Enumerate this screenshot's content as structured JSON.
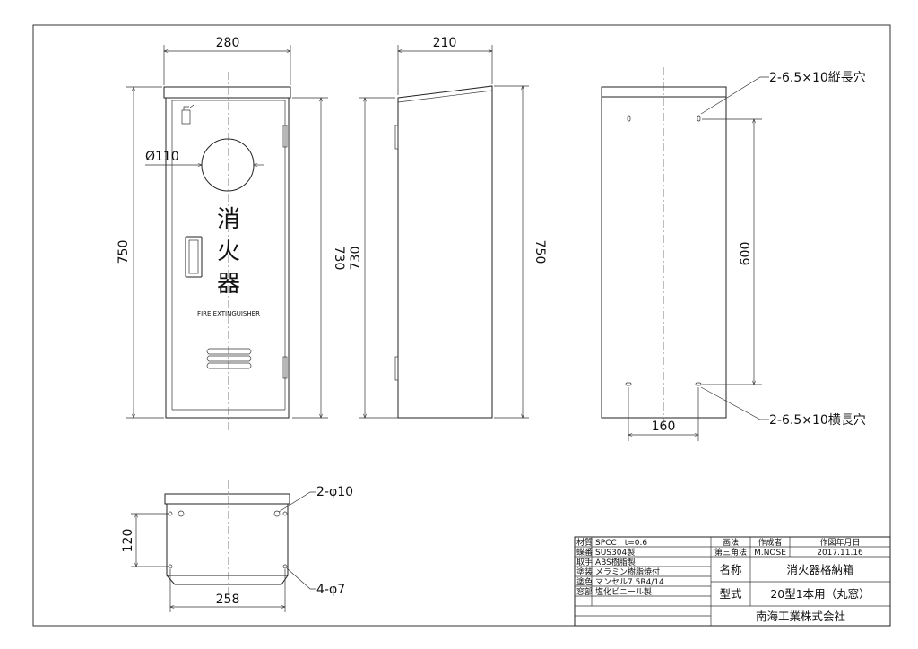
{
  "front_view": {
    "width_label": "280",
    "height_outer_label": "750",
    "height_inner_label": "730",
    "window_diameter_label": "Ø110",
    "door_text": [
      "消",
      "火",
      "器"
    ],
    "door_subtext": "FIRE EXTINGUISHER"
  },
  "side_view": {
    "depth_label": "210",
    "height_left_label": "730",
    "height_right_label": "750"
  },
  "back_view": {
    "top_holes_label": "2-6.5×10縦長穴",
    "bottom_holes_label": "2-6.5×10横長穴",
    "hole_pitch_vertical_label": "600",
    "hole_pitch_horizontal_label": "160"
  },
  "bottom_view": {
    "holes_top_label": "2-φ10",
    "holes_bottom_label": "4-φ7",
    "pitch_label": "120",
    "width_label": "258"
  },
  "title_block": {
    "specs": [
      {
        "key": "材質",
        "value": "SPCC　t=0.6"
      },
      {
        "key": "蝶番",
        "value": "SUS304製"
      },
      {
        "key": "取手",
        "value": "ABS樹脂製"
      },
      {
        "key": "塗装",
        "value": "メラミン樹脂焼付"
      },
      {
        "key": "塗色",
        "value": "マンセル7.5R4/14"
      },
      {
        "key": "窓部",
        "value": "塩化ビニール製"
      }
    ],
    "method_header": "画法",
    "method_value": "第三角法",
    "author_header": "作成者",
    "author_value": "M.NOSE",
    "date_header": "作図年月日",
    "date_value": "2017.11.16",
    "name_label": "名称",
    "name_value": "消火器格納箱",
    "model_label": "型式",
    "model_value": "20型1本用（丸窓）",
    "company": "南海工業株式会社"
  }
}
